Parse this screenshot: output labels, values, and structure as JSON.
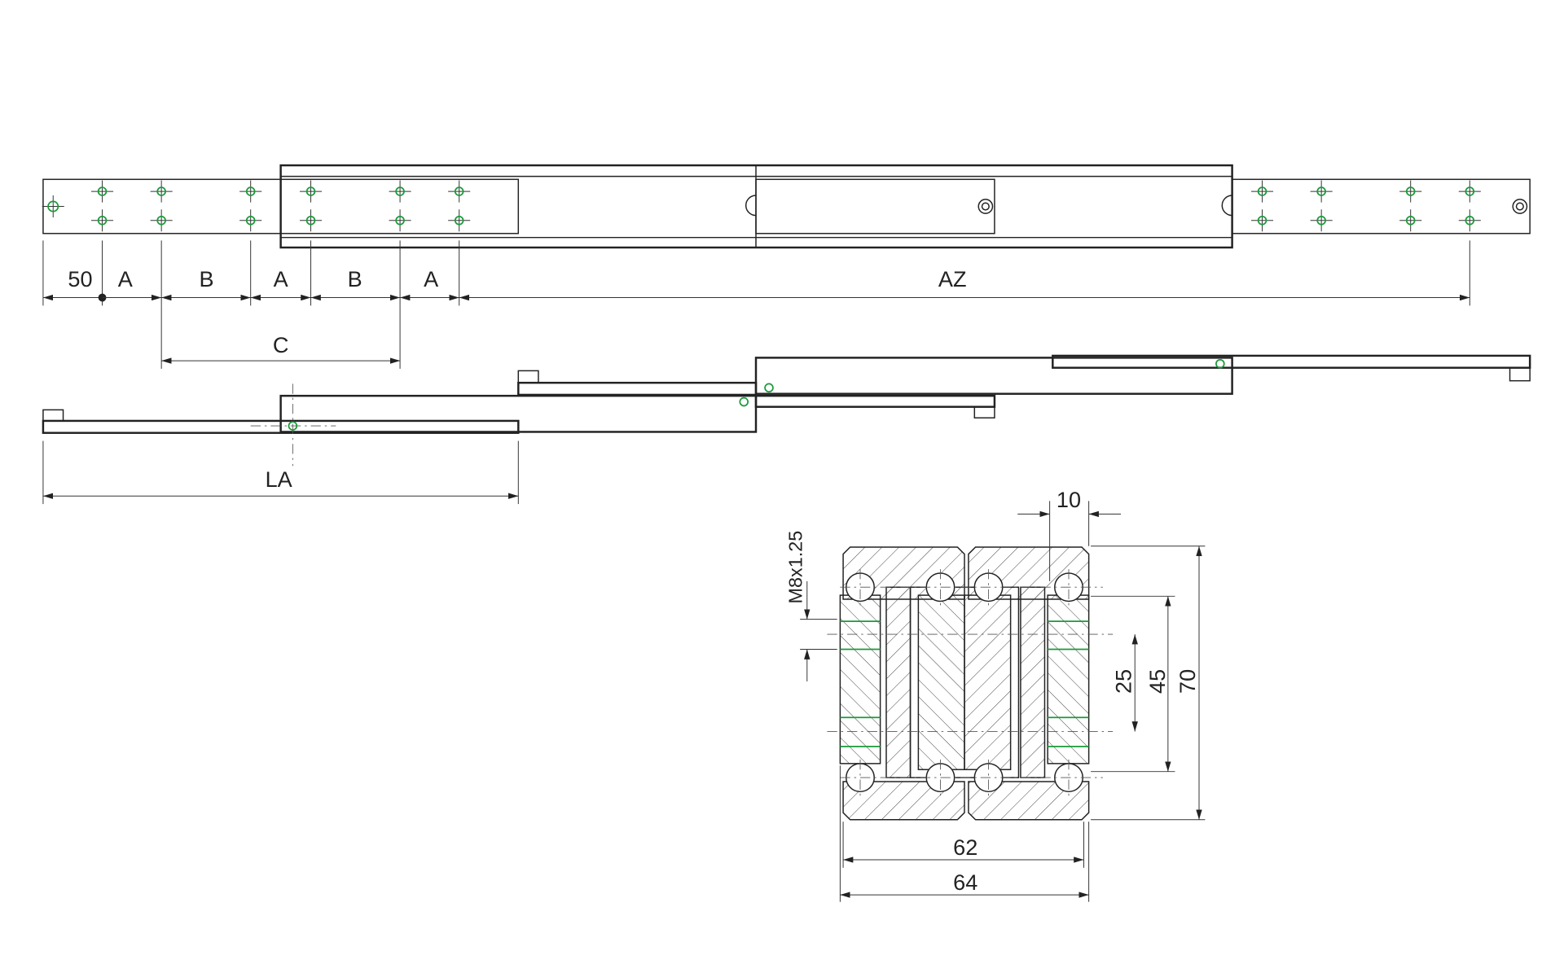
{
  "top_view": {
    "dimensions": {
      "d50": "50",
      "a1": "A",
      "b1": "B",
      "a2": "A",
      "b2": "B",
      "a3": "A",
      "az": "AZ",
      "c": "C"
    }
  },
  "side_view": {
    "dimensions": {
      "la": "LA"
    }
  },
  "cross_section": {
    "dimensions": {
      "thread": "M8x1.25",
      "d10": "10",
      "d25": "25",
      "d45": "45",
      "d70": "70",
      "d62": "62",
      "d64": "64"
    }
  },
  "colors": {
    "line": "#222222",
    "hole_marker": "#1a9a3a"
  }
}
